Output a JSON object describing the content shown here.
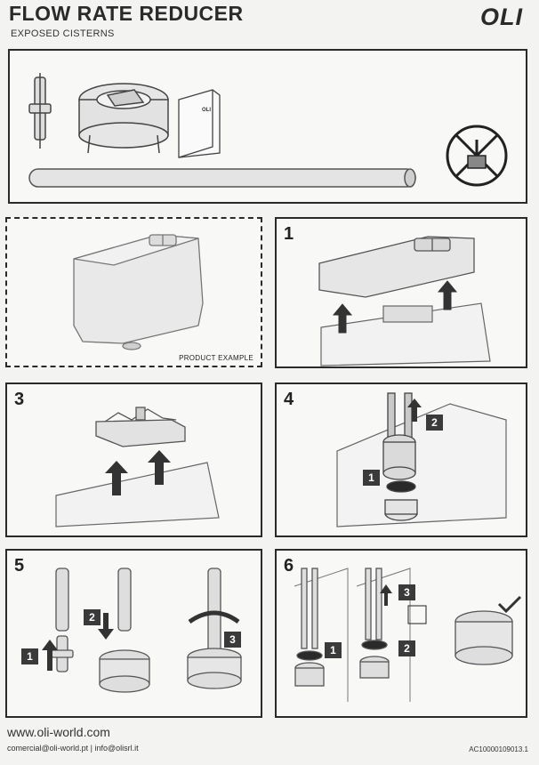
{
  "header": {
    "title": "FLOW RATE REDUCER",
    "subtitle": "EXPOSED CISTERNS",
    "logo": "OLI"
  },
  "kit_panel": {
    "manual_label": "OLI"
  },
  "example_panel": {
    "caption": "PRODUCT EXAMPLE"
  },
  "steps": {
    "s1": {
      "number": "1"
    },
    "s3": {
      "number": "3"
    },
    "s4": {
      "number": "4",
      "badges": [
        "1",
        "2"
      ]
    },
    "s5": {
      "number": "5",
      "badges": [
        "1",
        "2",
        "3"
      ]
    },
    "s6": {
      "number": "6",
      "badges": [
        "1",
        "2",
        "3"
      ]
    }
  },
  "footer": {
    "website": "www.oli-world.com",
    "emails": "comercial@oli-world.pt | info@olisrl.it",
    "code": "AC10000109013.1"
  }
}
